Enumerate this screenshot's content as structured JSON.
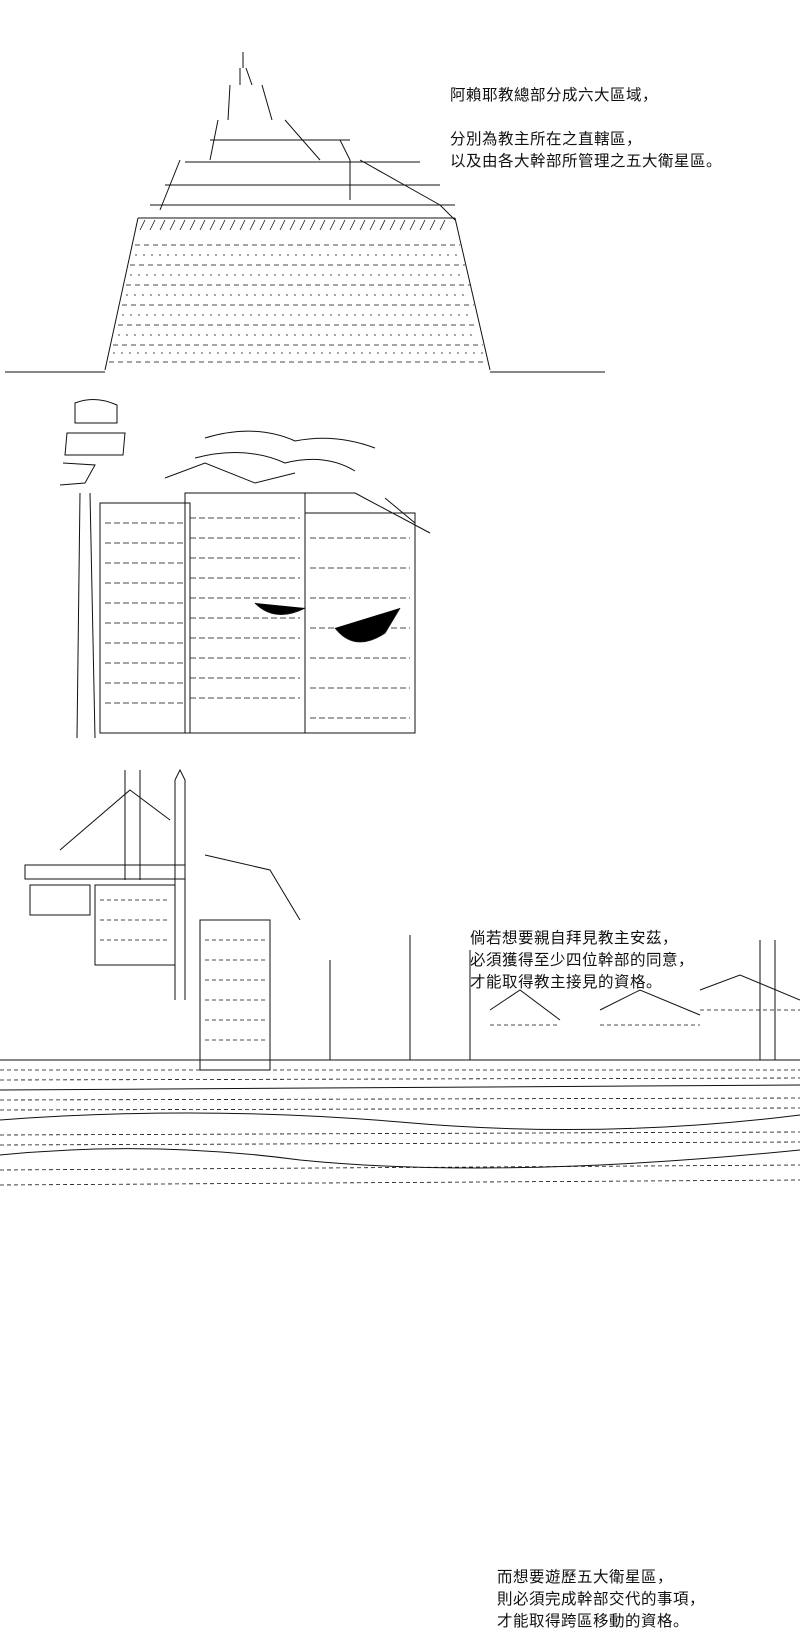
{
  "panels": [
    {
      "art": "pyramid-tower-ascii-art",
      "caption": [
        "阿賴耶教總部分成六大區域，",
        "",
        "分別為教主所在之直轄區，",
        "以及由各大幹部所管理之五大衛星區。"
      ]
    },
    {
      "art": "character-with-city-ascii-art",
      "caption": [
        "倘若想要親自拜見教主安茲，",
        "必須獲得至少四位幹部的同意，",
        "才能取得教主接見的資格。"
      ]
    },
    {
      "art": "cityscape-ascii-art",
      "caption": [
        "而想要遊歷五大衛星區，",
        "則必須完成幹部交代的事項，",
        "才能取得跨區移動的資格。"
      ]
    }
  ],
  "colors": {
    "ink": "#111111",
    "background": "#ffffff"
  }
}
